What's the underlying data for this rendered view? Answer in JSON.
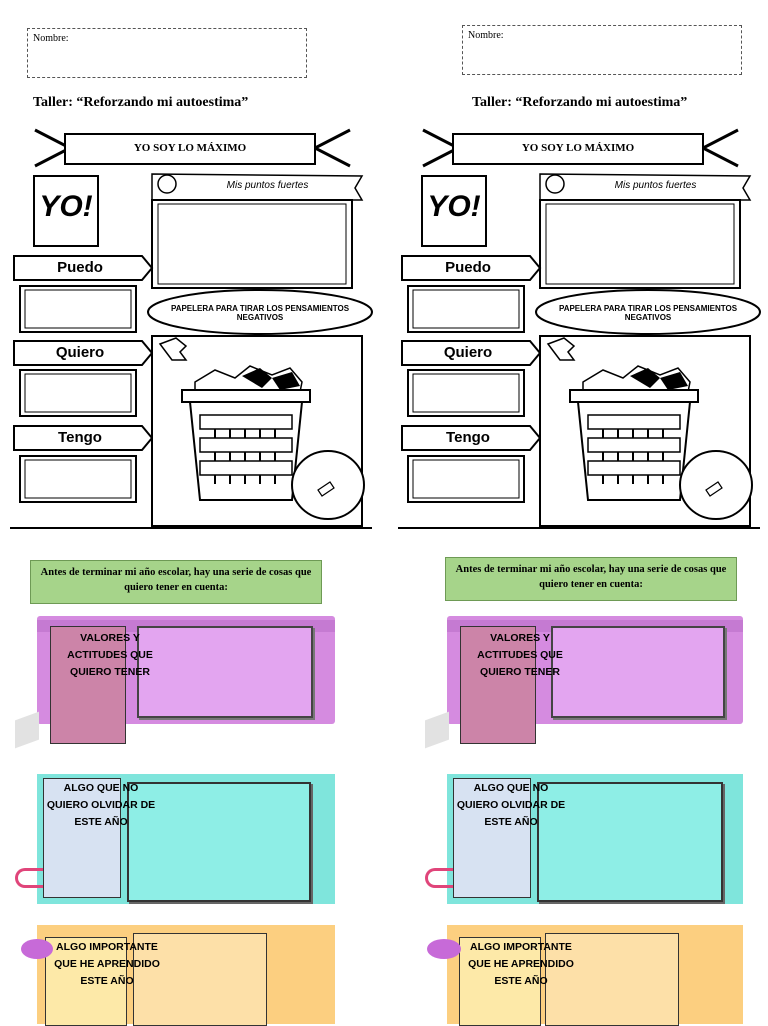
{
  "form": {
    "nombre_label": "Nombre:",
    "taller_title": "Taller: “Reforzando mi autoestima”"
  },
  "worksheet": {
    "banner": "YO SOY LO MÁXIMO",
    "yo_logo": "YO!",
    "puntos_fuertes": "Mis puntos fuertes",
    "puedo": "Puedo",
    "quiero": "Quiero",
    "tengo": "Tengo",
    "papelera": "PAPELERA PARA TIRAR LOS PENSAMIENTOS NEGATIVOS"
  },
  "section2": {
    "intro": "Antes de terminar mi año escolar, hay una serie de cosas que quiero tener en cuenta:",
    "cards": [
      {
        "label": "VALORES Y ACTITUDES QUE QUIERO TENER",
        "color": "#d58be0"
      },
      {
        "label": "ALGO QUE NO QUIERO OLVIDAR DE ESTE AÑO",
        "color": "#7fe5dc"
      },
      {
        "label": "ALGO IMPORTANTE QUE HE APRENDIDO ESTE AÑO",
        "color": "#fccf80"
      }
    ]
  }
}
